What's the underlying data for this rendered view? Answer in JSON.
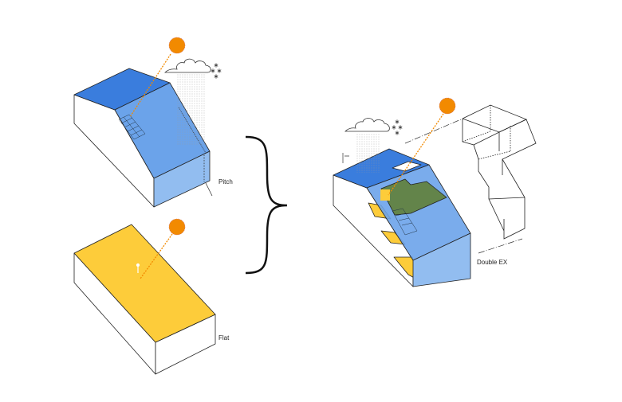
{
  "labels": {
    "pitch": "Pitch",
    "flat": "Flat",
    "double_ex": "Double EX"
  },
  "colors": {
    "sun": "#f28a00",
    "roof_blue": "#3b7fe0",
    "wall_blue": "#6aa5ec",
    "yellow": "#fdcc3a",
    "green": "#5f7d2e"
  }
}
